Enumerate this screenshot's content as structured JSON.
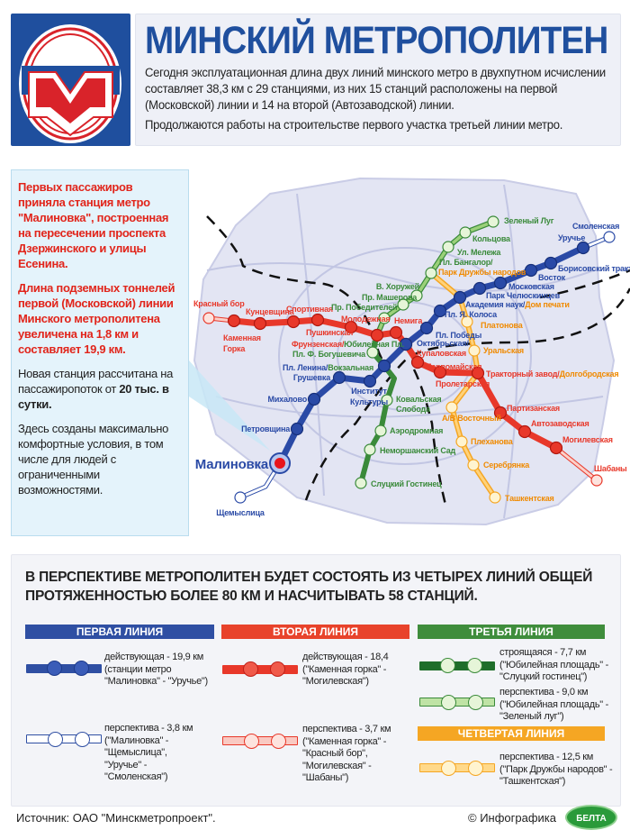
{
  "header": {
    "title": "МИНСКИЙ МЕТРОПОЛИТЕН",
    "paragraph1": "Сегодня эксплуатационная длина двух линий минского метро в двухпутном исчислении составляет 38,3 км с 29 станциями, из них 15 станций расположены на первой (Московской) линии и 14 на второй (Автозаводской) линии.",
    "paragraph2": "Продолжаются работы на строительстве первого участка третьей линии метро."
  },
  "colors": {
    "line1": "#2a4aa6",
    "line2": "#e8382a",
    "line3": "#3a8a3a",
    "line4": "#f5a623",
    "line3_light": "#9bd07a",
    "line4_light": "#ffd27a",
    "callout_red": "#e1251b"
  },
  "callout": {
    "p1": "Первых пассажиров приняла станция метро \"Малиновка\", построенная на пересечении проспекта Дзержинского и улицы Есенина.",
    "p2": "Длина подземных тоннелей первой (Московской) линии Минского метрополитена увеличена на 1,8 км и составляет 19,9 км.",
    "p3_a": "Новая станция рассчитана на пассажиропоток от ",
    "p3_b": "20 тыс. в сутки.",
    "p4": "Здесь созданы максимально комфортные условия, в том числе для людей с ограниченными возможностями."
  },
  "map": {
    "labels": [
      [
        [
          "Малиновка",
          "1"
        ]
      ],
      [
        [
          "Петровщина",
          "1"
        ]
      ],
      [
        [
          "Михалово",
          "1"
        ]
      ],
      [
        [
          "Грушевка",
          "1"
        ]
      ],
      [
        [
          "Институт",
          "1"
        ]
      ],
      [
        [
          "Культуры",
          "1"
        ]
      ],
      [
        [
          "Пл. Ленина/",
          "1"
        ],
        [
          "Вокзальная",
          "3"
        ]
      ],
      [
        [
          "Октябрьская/",
          "1"
        ]
      ],
      [
        [
          "Купаловская",
          "2"
        ]
      ],
      [
        [
          "Пл. Победы",
          "1"
        ]
      ],
      [
        [
          "Пл. Я. Колоса",
          "1"
        ]
      ],
      [
        [
          "Академия наук/",
          "1"
        ],
        [
          "Дом печати",
          "4"
        ]
      ],
      [
        [
          "Парк Челюскинцев",
          "1"
        ]
      ],
      [
        [
          "Московская",
          "1"
        ]
      ],
      [
        [
          "Восток",
          "1"
        ]
      ],
      [
        [
          "Борисовский тракт",
          "1"
        ]
      ],
      [
        [
          "Уручье",
          "1"
        ]
      ],
      [
        [
          "Смоленская",
          "1"
        ]
      ],
      [
        [
          "Щемыслица",
          "1"
        ]
      ],
      [
        [
          "Красный бор",
          "2"
        ]
      ],
      [
        [
          "Каменная",
          "2"
        ]
      ],
      [
        [
          "Горка",
          "2"
        ]
      ],
      [
        [
          "Кунцевщина",
          "2"
        ]
      ],
      [
        [
          "Спортивная",
          "2"
        ]
      ],
      [
        [
          "Пушкинская",
          "2"
        ]
      ],
      [
        [
          "Молодежная",
          "2"
        ]
      ],
      [
        [
          "Фрунзенская/",
          "2"
        ],
        [
          "Юбилейная Пл.",
          "3"
        ]
      ],
      [
        [
          "Немига",
          "2"
        ]
      ],
      [
        [
          "Первомайская",
          "2"
        ]
      ],
      [
        [
          "Пролетарская",
          "2"
        ]
      ],
      [
        [
          "Тракторный завод/",
          "2"
        ],
        [
          "Долгобродская",
          "4"
        ]
      ],
      [
        [
          "Партизанская",
          "2"
        ]
      ],
      [
        [
          "Автозаводская",
          "2"
        ]
      ],
      [
        [
          "Могилевская",
          "2"
        ]
      ],
      [
        [
          "Шабаны",
          "2"
        ]
      ],
      [
        [
          "Пл. Ф. Богушевича",
          "3"
        ]
      ],
      [
        [
          "Ковальская",
          "3"
        ]
      ],
      [
        [
          "Слобода",
          "3"
        ]
      ],
      [
        [
          "Аэродромная",
          "3"
        ]
      ],
      [
        [
          "Неморшанский Сад",
          "3"
        ]
      ],
      [
        [
          "Слуцкий Гостинец",
          "3"
        ]
      ],
      [
        [
          "Пр. Победителей",
          "3"
        ]
      ],
      [
        [
          "Пр. Машерова",
          "3"
        ]
      ],
      [
        [
          "В. Хоружей",
          "3"
        ]
      ],
      [
        [
          "Пл. Бангалор/",
          "3"
        ]
      ],
      [
        [
          "Парк Дружбы народов",
          "4"
        ]
      ],
      [
        [
          "Ул. Мележа",
          "3"
        ]
      ],
      [
        [
          "Кольцова",
          "3"
        ]
      ],
      [
        [
          "Зеленый Луг",
          "3"
        ]
      ],
      [
        [
          "Платонова",
          "4"
        ]
      ],
      [
        [
          "Уральская",
          "4"
        ]
      ],
      [
        [
          "А/В Восточный",
          "4"
        ]
      ],
      [
        [
          "Плеханова",
          "4"
        ]
      ],
      [
        [
          "Серебрянка",
          "4"
        ]
      ],
      [
        [
          "Ташкентская",
          "4"
        ]
      ]
    ]
  },
  "bottom": {
    "heading": "В ПЕРСПЕКТИВЕ МЕТРОПОЛИТЕН БУДЕТ СОСТОЯТЬ ИЗ ЧЕТЫРЕХ ЛИНИЙ ОБЩЕЙ ПРОТЯЖЕННОСТЬЮ БОЛЕЕ 80 КМ И НАСЧИТЫВАТЬ 58 СТАНЦИЙ.",
    "line1": {
      "title": "ПЕРВАЯ ЛИНИЯ",
      "active": "действующая - 19,9 км (станции метро \"Малиновка\" - \"Уручье\")",
      "planned": "перспектива - 3,8 км (\"Малиновка\" - \"Щемыслица\", \"Уручье\" - \"Смоленская\")"
    },
    "line2": {
      "title": "ВТОРАЯ ЛИНИЯ",
      "active": "действующая - 18,4 (\"Каменная горка\" - \"Могилевская\")",
      "planned": "перспектива - 3,7 км (\"Каменная горка\" - \"Красный бор\", \"Могилевская\" - \"Шабаны\")"
    },
    "line3": {
      "title": "ТРЕТЬЯ ЛИНИЯ",
      "construction": "строящаяся - 7,7 км (\"Юбилейная площадь\" - \"Слуцкий гостинец\")",
      "planned": "перспектива - 9,0 км (\"Юбилейная площадь\" - \"Зеленый луг\")"
    },
    "line4": {
      "title": "ЧЕТВЕРТАЯ ЛИНИЯ",
      "planned": "перспектива - 12,5 км (\"Парк Дружбы народов\" - \"Ташкентская\")"
    }
  },
  "footer": {
    "source": "Источник: ОАО \"Минскметропроект\".",
    "copyright": "©  Инфографика",
    "logo_text": "БЕЛТА"
  }
}
